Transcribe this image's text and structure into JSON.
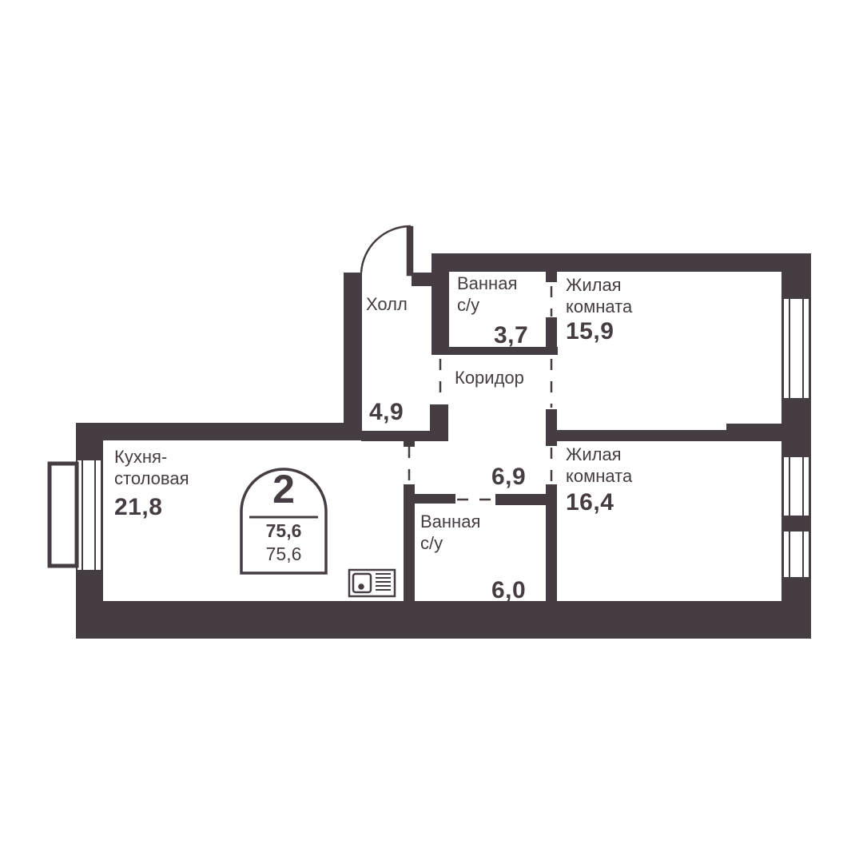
{
  "colors": {
    "wall": "#463c43",
    "background": "#ffffff"
  },
  "rooms": {
    "hall": {
      "name": "Холл",
      "area": "4,9"
    },
    "bath_top": {
      "name_line1": "Ванная",
      "name_line2": "с/у",
      "area": "3,7"
    },
    "living_1": {
      "name_line1": "Жилая",
      "name_line2": "комната",
      "area": "15,9"
    },
    "corridor": {
      "name": "Коридор",
      "area": "6,9"
    },
    "kitchen": {
      "name_line1": "Кухня-",
      "name_line2": "столовая",
      "area": "21,8"
    },
    "bath_bottom": {
      "name_line1": "Ванная",
      "name_line2": "с/у",
      "area": "6,0"
    },
    "living_2": {
      "name_line1": "Жилая",
      "name_line2": "комната",
      "area": "16,4"
    }
  },
  "badge": {
    "rooms_count": "2",
    "total_area": "75,6",
    "living_area": "75,6"
  },
  "icons": {
    "sink": "kitchen-sink-icon",
    "door": "entrance-door-swing-icon"
  }
}
